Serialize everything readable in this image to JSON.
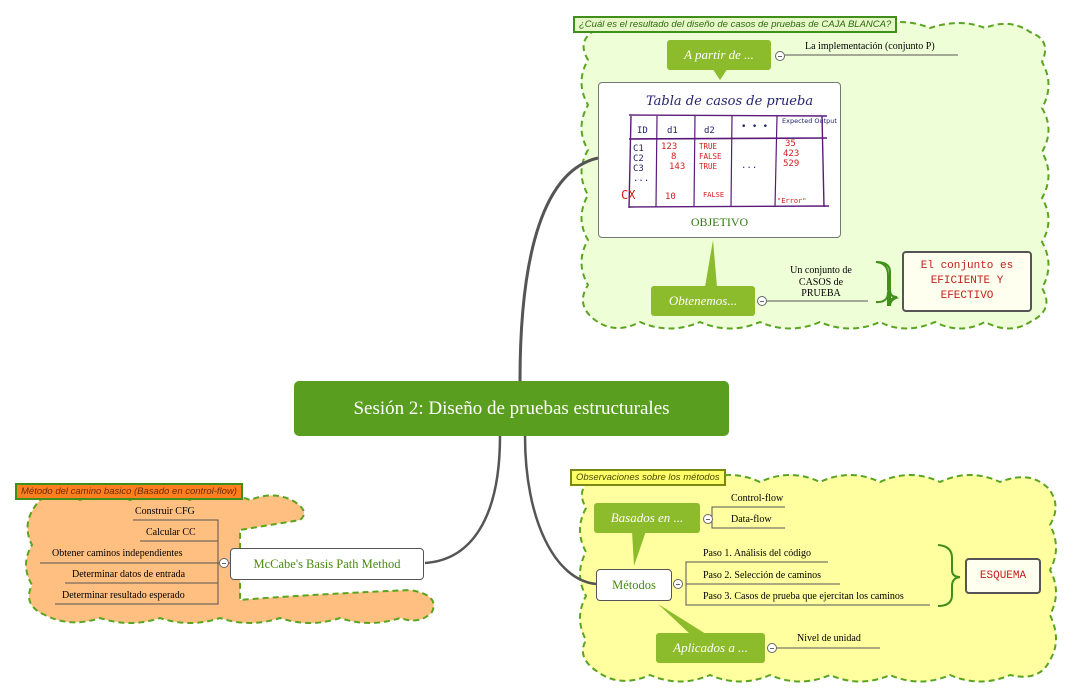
{
  "central_topic": "Sesión 2: Diseño de pruebas estructurales",
  "top_cloud": {
    "label": "¿Cuál es el resultado del diseño de casos de pruebas de CAJA BLANCA?",
    "a_partir": "A partir de ...",
    "implementation": "La implementación (conjunto P)",
    "table_image": {
      "title": "Tabla de casos de prueba",
      "headers": [
        "ID",
        "d1",
        "d2",
        "• • •",
        "Expected Output"
      ],
      "rows": [
        [
          "C1",
          "123",
          "TRUE",
          "",
          "35"
        ],
        [
          "C2",
          "8",
          "FALSE",
          "",
          "423"
        ],
        [
          "C3",
          "143",
          "TRUE",
          "...",
          "529"
        ],
        [
          "...",
          "",
          "",
          "",
          ""
        ],
        [
          "CX",
          "10",
          "FALSE",
          "",
          "\"Error\""
        ]
      ],
      "caption": "OBJETIVO"
    },
    "obtenemos": "Obtenemos...",
    "set_text_1": "Un conjunto de",
    "set_text_2": "CASOS de",
    "set_text_3": "PRUEBA",
    "efficient_1": "El conjunto es",
    "efficient_2": "EFICIENTE Y",
    "efficient_3": "EFECTIVO"
  },
  "left_cloud": {
    "label": "Método del camino basico (Basado en control-flow)",
    "method": "McCabe's Basis Path Method",
    "steps": [
      "Construir CFG",
      "Calcular CC",
      "Obtener caminos independientes",
      "Determinar datos de entrada",
      "Determinar resultado esperado"
    ]
  },
  "bottom_cloud": {
    "label": "Observaciones sobre los métodos",
    "basados": "Basados en ...",
    "control_flow": "Control-flow",
    "data_flow": "Data-flow",
    "metodos": "Métodos",
    "pasos": [
      "Paso 1. Análisis del código",
      "Paso 2. Selección de caminos",
      "Paso 3. Casos de prueba que ejercitan los caminos"
    ],
    "esquema": "ESQUEMA",
    "aplicados": "Aplicados a ...",
    "nivel": "Nivel de unidad"
  },
  "colors": {
    "central": "#5a9e1f",
    "callout": "#8cbb2b",
    "top_cloud_fill": "#eeffd8",
    "left_cloud_fill": "#ffbf80",
    "bottom_cloud_fill": "#ffffa0"
  }
}
